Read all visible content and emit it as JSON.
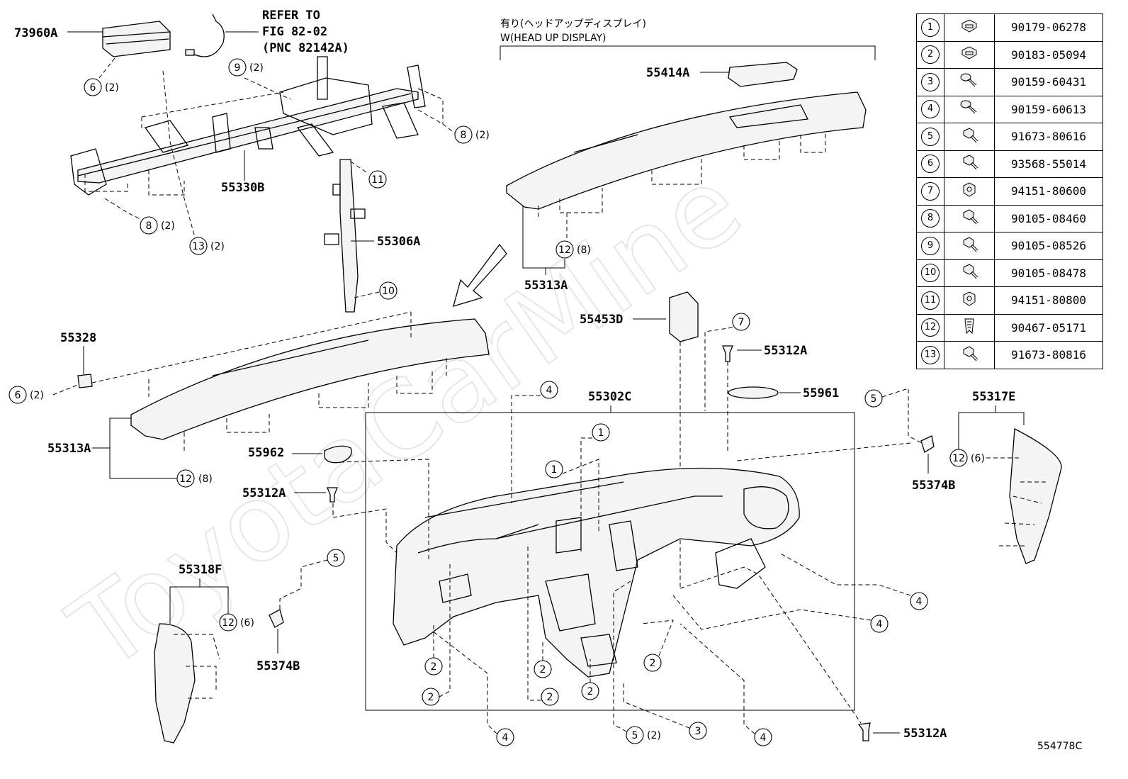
{
  "diagram_id": "554778C",
  "watermark": "ToyotaCarMine",
  "head_up_display_note": {
    "line1": "有り(ヘッドアップディスプレイ)",
    "line2": "W(HEAD UP DISPLAY)"
  },
  "refer_note": {
    "line1": "REFER TO",
    "line2": "FIG 82-02",
    "line3": "(PNC 82142A)"
  },
  "part_labels": {
    "p73960A": "73960A",
    "p55330B": "55330B",
    "p55306A": "55306A",
    "p55414A": "55414A",
    "p55313A_top": "55313A",
    "p55328": "55328",
    "p55313A_left": "55313A",
    "p55453D": "55453D",
    "p55312A_top": "55312A",
    "p55961": "55961",
    "p55302C": "55302C",
    "p55962": "55962",
    "p55312A_mid": "55312A",
    "p55317E": "55317E",
    "p55374B_right": "55374B",
    "p55318F": "55318F",
    "p55374B_left": "55374B",
    "p55312A_bottom": "55312A"
  },
  "callouts": {
    "c6_top": {
      "num": "6",
      "qty": "(2)"
    },
    "c9": {
      "num": "9",
      "qty": "(2)"
    },
    "c8_right": {
      "num": "8",
      "qty": "(2)"
    },
    "c11": {
      "num": "11"
    },
    "c8_bottom": {
      "num": "8",
      "qty": "(2)"
    },
    "c13": {
      "num": "13",
      "qty": "(2)"
    },
    "c10": {
      "num": "10"
    },
    "c12_top": {
      "num": "12",
      "qty": "(8)"
    },
    "c6_left": {
      "num": "6",
      "qty": "(2)"
    },
    "c12_left": {
      "num": "12",
      "qty": "(8)"
    },
    "c7": {
      "num": "7"
    },
    "c4_a": {
      "num": "4"
    },
    "c1_a": {
      "num": "1"
    },
    "c1_b": {
      "num": "1"
    },
    "c5_right": {
      "num": "5"
    },
    "c12_right": {
      "num": "12",
      "qty": "(6)"
    },
    "c5_left": {
      "num": "5"
    },
    "c12_lower": {
      "num": "12",
      "qty": "(6)"
    },
    "c2_a": {
      "num": "2"
    },
    "c2_b": {
      "num": "2"
    },
    "c2_c": {
      "num": "2"
    },
    "c2_d": {
      "num": "2"
    },
    "c2_e": {
      "num": "2"
    },
    "c2_f": {
      "num": "2"
    },
    "c4_r1": {
      "num": "4"
    },
    "c4_r2": {
      "num": "4"
    },
    "c4_b1": {
      "num": "4"
    },
    "c5_bottom": {
      "num": "5",
      "qty": "(2)"
    },
    "c3": {
      "num": "3"
    },
    "c4_b2": {
      "num": "4"
    }
  },
  "fastener_table": [
    {
      "ref": "1",
      "icon": "clip-nut-icon",
      "part_no": "90179-06278"
    },
    {
      "ref": "2",
      "icon": "clip-nut-icon",
      "part_no": "90183-05094"
    },
    {
      "ref": "3",
      "icon": "screw-icon",
      "part_no": "90159-60431"
    },
    {
      "ref": "4",
      "icon": "screw-icon",
      "part_no": "90159-60613"
    },
    {
      "ref": "5",
      "icon": "bolt-icon",
      "part_no": "91673-80616"
    },
    {
      "ref": "6",
      "icon": "bolt-icon",
      "part_no": "93568-55014"
    },
    {
      "ref": "7",
      "icon": "nut-icon",
      "part_no": "94151-80600"
    },
    {
      "ref": "8",
      "icon": "bolt-icon",
      "part_no": "90105-08460"
    },
    {
      "ref": "9",
      "icon": "bolt-icon",
      "part_no": "90105-08526"
    },
    {
      "ref": "10",
      "icon": "bolt-icon",
      "part_no": "90105-08478"
    },
    {
      "ref": "11",
      "icon": "nut-icon",
      "part_no": "94151-80800"
    },
    {
      "ref": "12",
      "icon": "clip-icon",
      "part_no": "90467-05171"
    },
    {
      "ref": "13",
      "icon": "bolt-icon",
      "part_no": "91673-80816"
    }
  ]
}
